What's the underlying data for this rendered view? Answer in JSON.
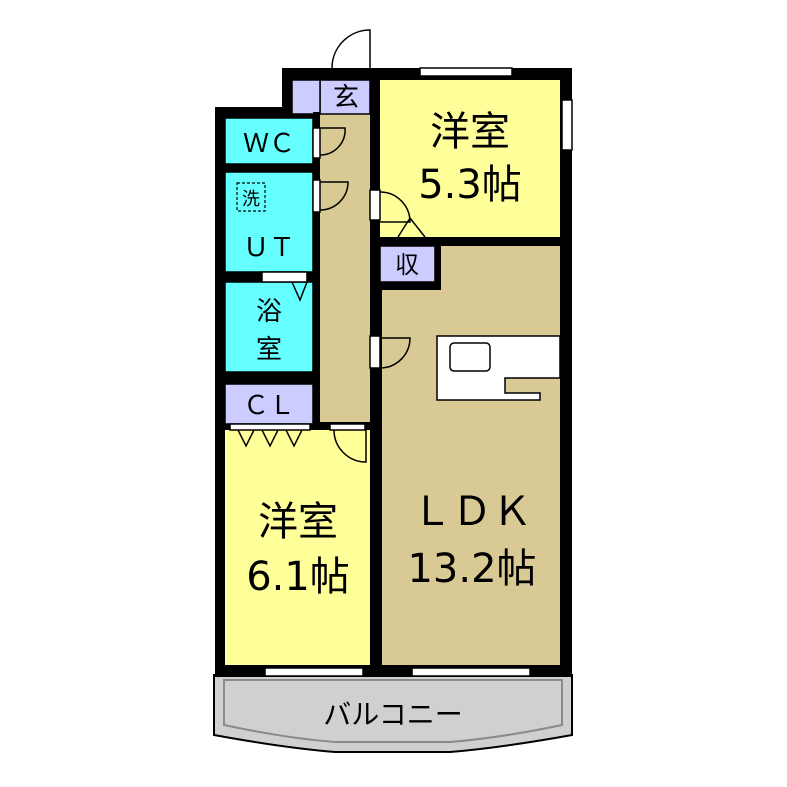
{
  "rooms": {
    "genkan": {
      "label": "玄"
    },
    "wc": {
      "label": "ＷＣ"
    },
    "washroom": {
      "label": "洗"
    },
    "ut": {
      "label": "ＵＴ"
    },
    "bath": {
      "line1": "浴",
      "line2": "室"
    },
    "cl": {
      "label": "ＣＬ"
    },
    "western_room_1": {
      "line1": "洋室",
      "line2": "5.3帖"
    },
    "storage": {
      "label": "収"
    },
    "western_room_2": {
      "line1": "洋室",
      "line2": "6.1帖"
    },
    "ldk": {
      "line1": "ＬＤＫ",
      "line2": "13.2帖"
    },
    "balcony": {
      "label": "バルコニー"
    }
  },
  "colors": {
    "wall": "#000000",
    "western_room": "#FFFF99",
    "ldk": "#D9C995",
    "hallway": "#D9C995",
    "wet_area": "#66FFFF",
    "closet": "#CCCCFF",
    "balcony": "#D0D0D0"
  }
}
